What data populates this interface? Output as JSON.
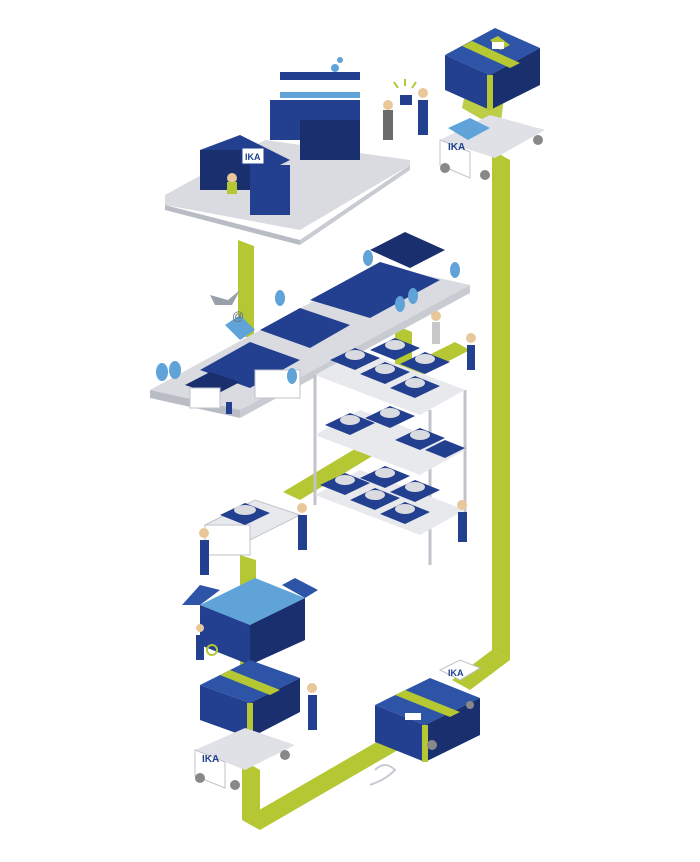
{
  "brand": {
    "logo_text": "IKA",
    "colors": {
      "primary_blue": "#233f8f",
      "dark_blue": "#1a2f6e",
      "light_blue": "#5fa3d8",
      "accent_green": "#b5c834",
      "platform_grey": "#d9dbe0",
      "white": "#ffffff"
    }
  },
  "scene": {
    "stages": [
      {
        "id": "office",
        "icon": "office-desk-icon"
      },
      {
        "id": "customer-handover",
        "icon": "handshake-icon"
      },
      {
        "id": "delivery-truck-top",
        "icon": "truck-icon"
      },
      {
        "id": "factory",
        "icon": "factory-icon"
      },
      {
        "id": "warehouse-shelves",
        "icon": "shelf-icon"
      },
      {
        "id": "assembly",
        "icon": "workbench-icon"
      },
      {
        "id": "packaging",
        "icon": "box-icon"
      },
      {
        "id": "shipping-truck-bottom",
        "icon": "truck-icon"
      },
      {
        "id": "transport-box",
        "icon": "package-icon"
      }
    ],
    "email_symbol": "@"
  }
}
